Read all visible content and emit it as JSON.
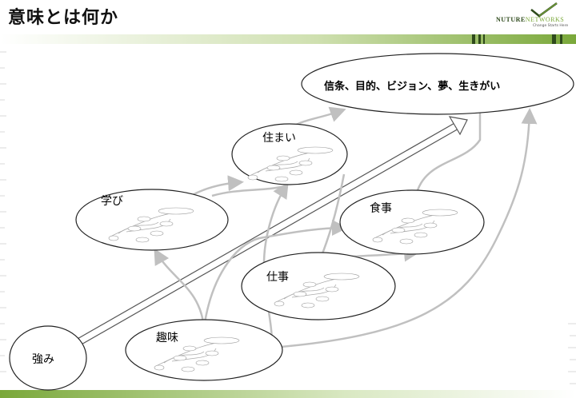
{
  "page": {
    "title": "意味とは何か"
  },
  "logo": {
    "brand_part1": "NUTURE",
    "brand_part2": "NETWORKS",
    "tagline": "Change Starts Here",
    "mark_icon": "checkmark-leaf-icon"
  },
  "diagram": {
    "goal": "信条、目的、ビジョン、夢、生きがい",
    "strength": "強み",
    "domains": {
      "home": "住まい",
      "learning": "学び",
      "food": "食事",
      "work": "仕事",
      "hobby": "趣味"
    }
  },
  "colors": {
    "arrow": "#c0c0c0",
    "accent_green": "#7aa83a",
    "dark_green": "#2e4a1c"
  }
}
